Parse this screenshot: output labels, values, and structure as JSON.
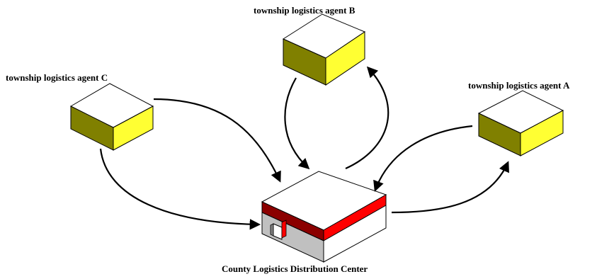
{
  "nodes": {
    "agent_b": {
      "label": "township logistics agent  B"
    },
    "agent_c": {
      "label": "township logistics agent  C"
    },
    "agent_a": {
      "label": "township logistics agent  A"
    },
    "center": {
      "label": "County Logistics Distribution Center"
    }
  },
  "colors": {
    "box_top": "#ffffff",
    "box_front": "#808000",
    "box_side": "#ffff33",
    "center_band_front": "#8b0000",
    "center_band_side": "#ff0000",
    "center_wall_front": "#c0c0c0",
    "center_wall_side": "#ffffff",
    "arrow": "#000000"
  }
}
